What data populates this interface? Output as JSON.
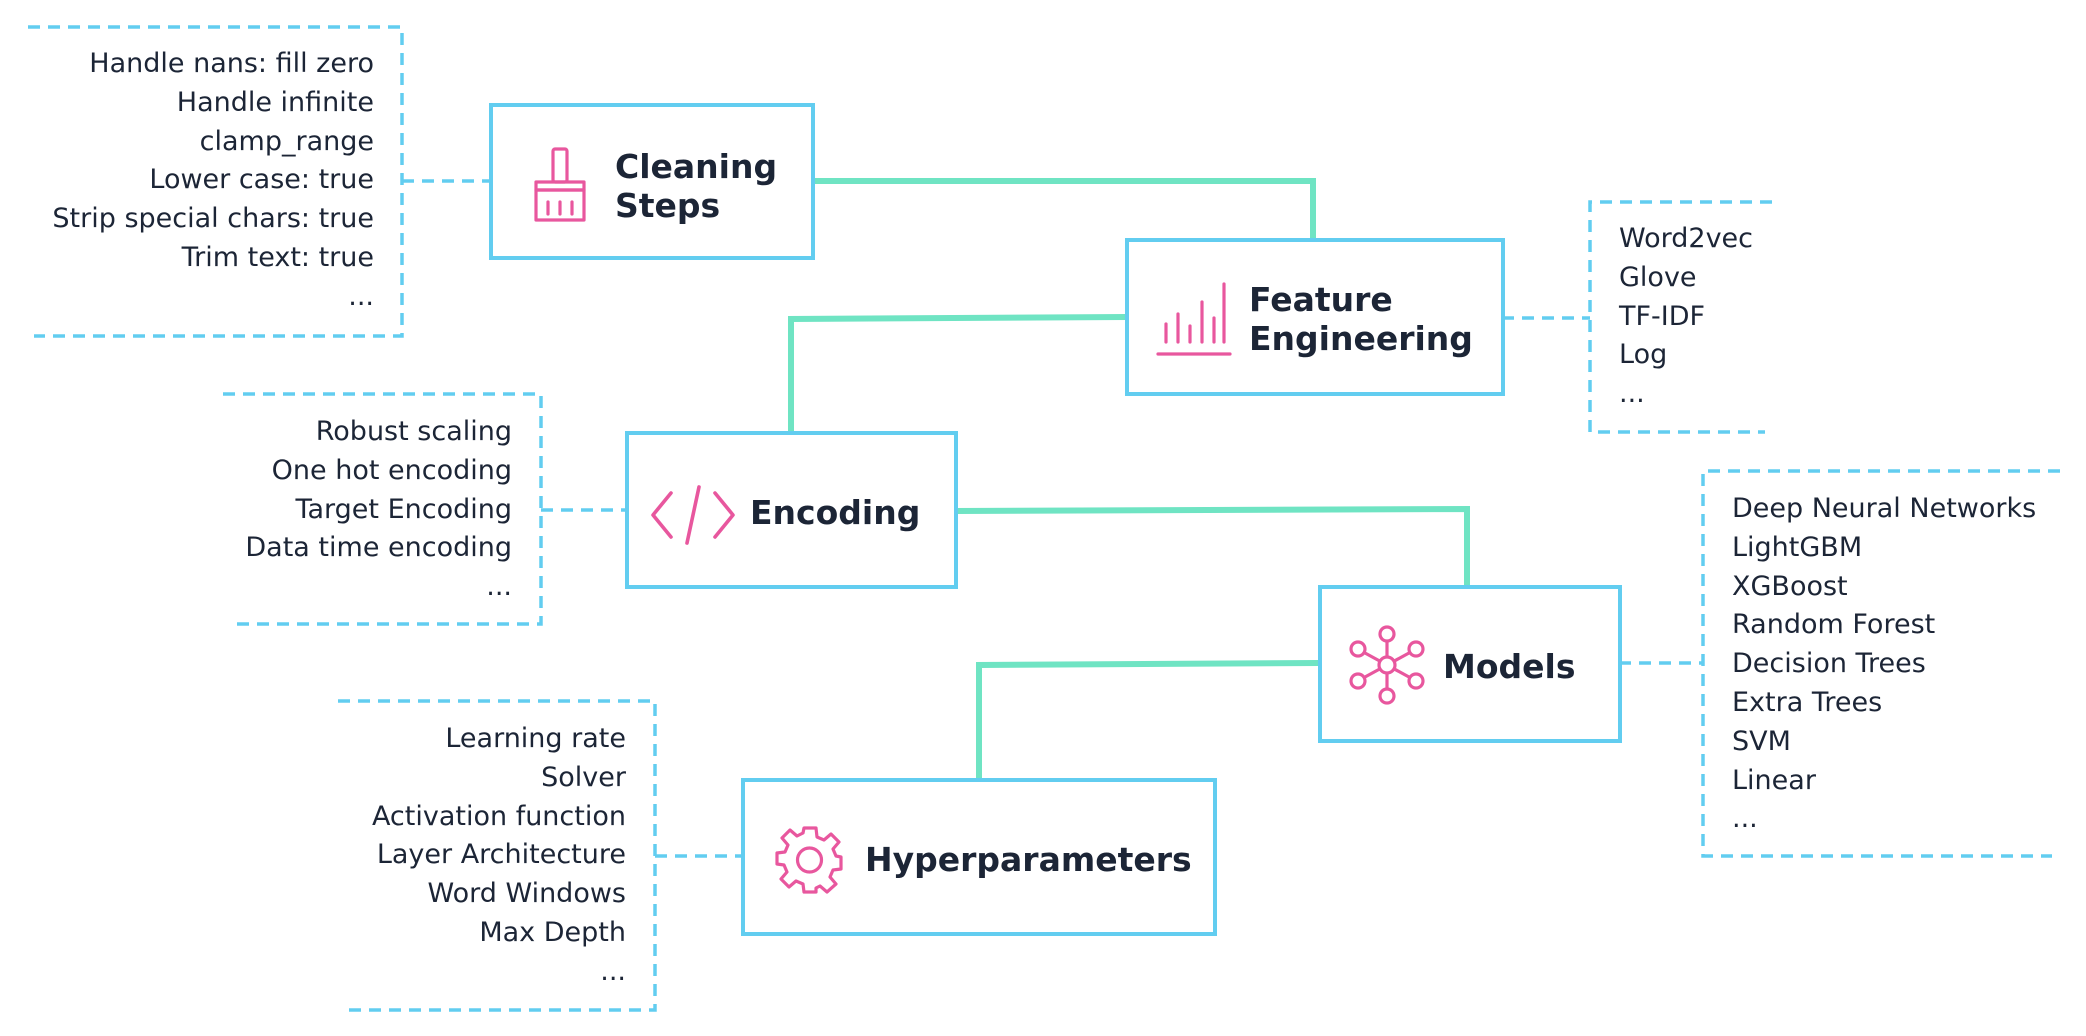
{
  "nodes": {
    "cleaning": {
      "title": "Cleaning\nSteps",
      "icon": "broom-icon"
    },
    "feature": {
      "title": "Feature\nEngineering",
      "icon": "bar-chart-icon"
    },
    "encoding": {
      "title": "Encoding",
      "icon": "code-icon"
    },
    "models": {
      "title": "Models",
      "icon": "network-icon"
    },
    "hyper": {
      "title": "Hyperparameters",
      "icon": "gear-icon"
    }
  },
  "lists": {
    "cleaning": [
      "Handle nans: fill zero",
      "Handle infinite",
      "clamp_range",
      "Lower case: true",
      "Strip special chars: true",
      "Trim text: true",
      "..."
    ],
    "feature": [
      "Word2vec",
      "Glove",
      "TF-IDF",
      "Log",
      "..."
    ],
    "encoding": [
      "Robust scaling",
      "One hot encoding",
      "Target Encoding",
      "Data time encoding",
      "..."
    ],
    "models": [
      "Deep Neural Networks",
      "LightGBM",
      "XGBoost",
      "Random Forest",
      "Decision Trees",
      "Extra Trees",
      "SVM",
      "Linear",
      "..."
    ],
    "hyper": [
      "Learning rate",
      "Solver",
      "Activation function",
      "Layer Architecture",
      "Word Windows",
      "Max Depth",
      "..."
    ]
  },
  "colors": {
    "box_border": "#62cdf0",
    "connector": "#6fe4c3",
    "dashed": "#62cdf0",
    "icon": "#e8579e",
    "text": "#1c2536"
  }
}
